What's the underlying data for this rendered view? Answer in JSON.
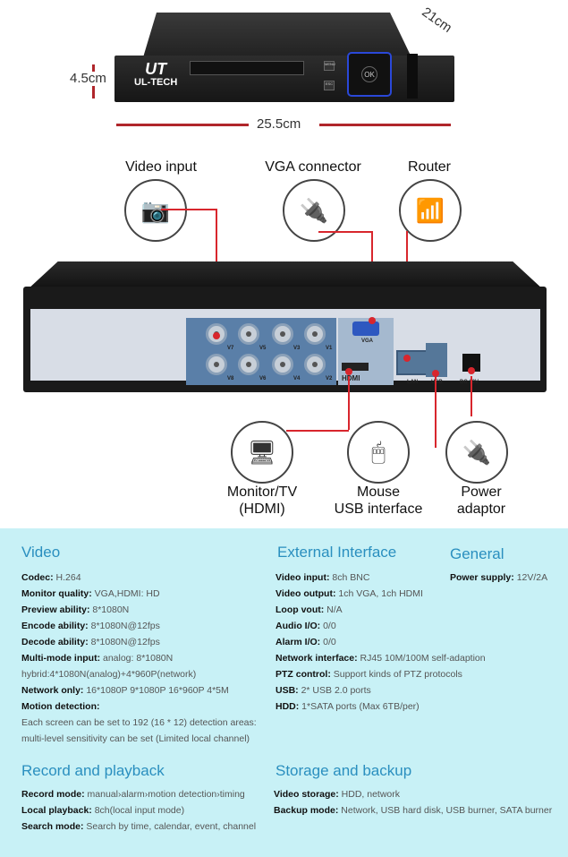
{
  "product": {
    "brand": "UL-TECH",
    "logo": "UT",
    "dimensions": {
      "height": "4.5cm",
      "width": "25.5cm",
      "depth": "21cm"
    },
    "front_buttons": [
      "MENU",
      "ESC",
      "OK"
    ]
  },
  "connections": {
    "top": [
      {
        "label": "Video input",
        "icon": "camera-icon"
      },
      {
        "label": "VGA connector",
        "icon": "vga-cable-icon"
      },
      {
        "label": "Router",
        "icon": "router-icon"
      }
    ],
    "bottom": [
      {
        "label": "Monitor/TV\n(HDMI)",
        "icon": "monitor-icon"
      },
      {
        "label": "Mouse\nUSB interface",
        "icon": "mouse-icon"
      },
      {
        "label": "Power\nadaptor",
        "icon": "power-adapter-icon"
      }
    ],
    "ports": {
      "bnc": [
        "V7",
        "V5",
        "V3",
        "V1",
        "V8",
        "V6",
        "V4",
        "V2"
      ],
      "vga": "VGA",
      "hdmi": "HDMI",
      "lan": "LAN",
      "usb": "USB",
      "dc": "DC 12V"
    }
  },
  "specs": {
    "video": {
      "title": "Video",
      "rows": [
        {
          "k": "Codec:",
          "v": "H.264"
        },
        {
          "k": "Monitor quality:",
          "v": "VGA,HDMI: HD"
        },
        {
          "k": "Preview ability:",
          "v": "8*1080N"
        },
        {
          "k": "Encode ability:",
          "v": "8*1080N@12fps"
        },
        {
          "k": "Decode ability:",
          "v": "8*1080N@12fps"
        },
        {
          "k": "Multi-mode input:",
          "v": "analog: 8*1080N"
        },
        {
          "k": "",
          "v": "hybrid:4*1080N(analog)+4*960P(network)"
        },
        {
          "k": "Network only:",
          "v": "16*1080P  9*1080P  16*960P  4*5M"
        },
        {
          "k": "Motion detection:",
          "v": ""
        },
        {
          "k": "",
          "v": "Each screen can be set to 192 (16 * 12) detection areas:"
        },
        {
          "k": "",
          "v": "multi-level sensitivity can be set (Limited local channel)"
        }
      ]
    },
    "external": {
      "title": "External Interface",
      "rows": [
        {
          "k": "Video input:",
          "v": "8ch BNC"
        },
        {
          "k": "Video output:",
          "v": "1ch VGA, 1ch HDMI"
        },
        {
          "k": "Loop vout:",
          "v": "N/A"
        },
        {
          "k": "Audio I/O:",
          "v": "0/0"
        },
        {
          "k": "Alarm I/O:",
          "v": "0/0"
        },
        {
          "k": "Network interface:",
          "v": "RJ45 10M/100M self-adaption"
        },
        {
          "k": "PTZ control:",
          "v": "Support kinds of PTZ protocols"
        },
        {
          "k": "USB:",
          "v": "2* USB 2.0 ports"
        },
        {
          "k": "HDD:",
          "v": "1*SATA ports (Max 6TB/per)"
        }
      ]
    },
    "general": {
      "title": "General",
      "rows": [
        {
          "k": "Power supply:",
          "v": "12V/2A"
        }
      ]
    },
    "record": {
      "title": "Record and playback",
      "rows": [
        {
          "k": "Record mode:",
          "v": "manual›alarm›motion detection›timing"
        },
        {
          "k": "Local playback:",
          "v": "8ch(local input mode)"
        },
        {
          "k": "Search mode:",
          "v": "Search by time, calendar, event, channel"
        }
      ]
    },
    "storage": {
      "title": "Storage and backup",
      "rows": [
        {
          "k": "Video storage:",
          "v": "HDD, network"
        },
        {
          "k": "Backup mode:",
          "v": "Network, USB hard disk, USB burner, SATA burner"
        }
      ]
    }
  }
}
